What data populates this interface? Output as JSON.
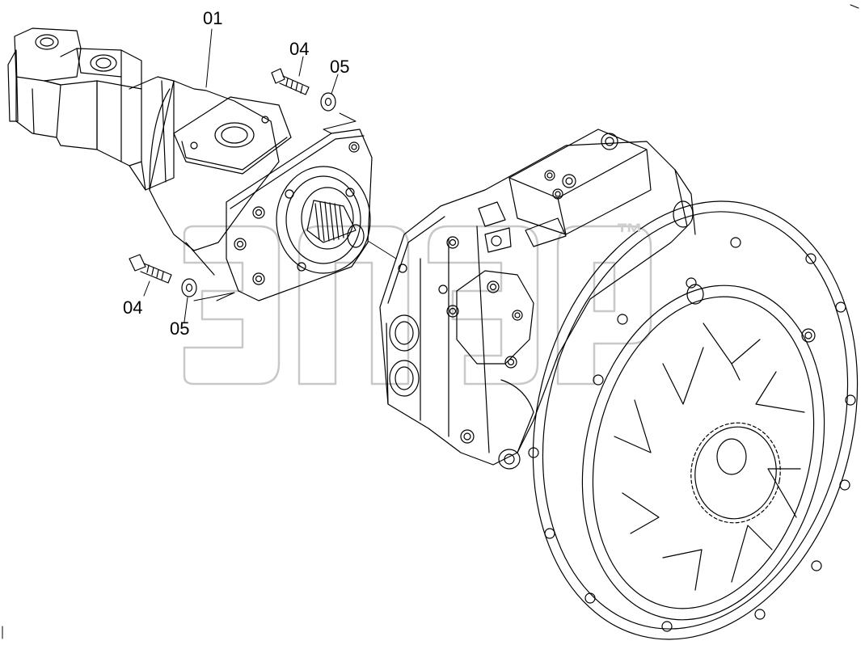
{
  "callouts": {
    "part_01": "01",
    "part_04_top": "04",
    "part_05_top": "05",
    "part_04_bottom": "04",
    "part_05_bottom": "05"
  },
  "watermark": {
    "letters": "ЭПЭР",
    "trademark": "™",
    "color": "#c8c8c8"
  },
  "line_color": "#000000"
}
